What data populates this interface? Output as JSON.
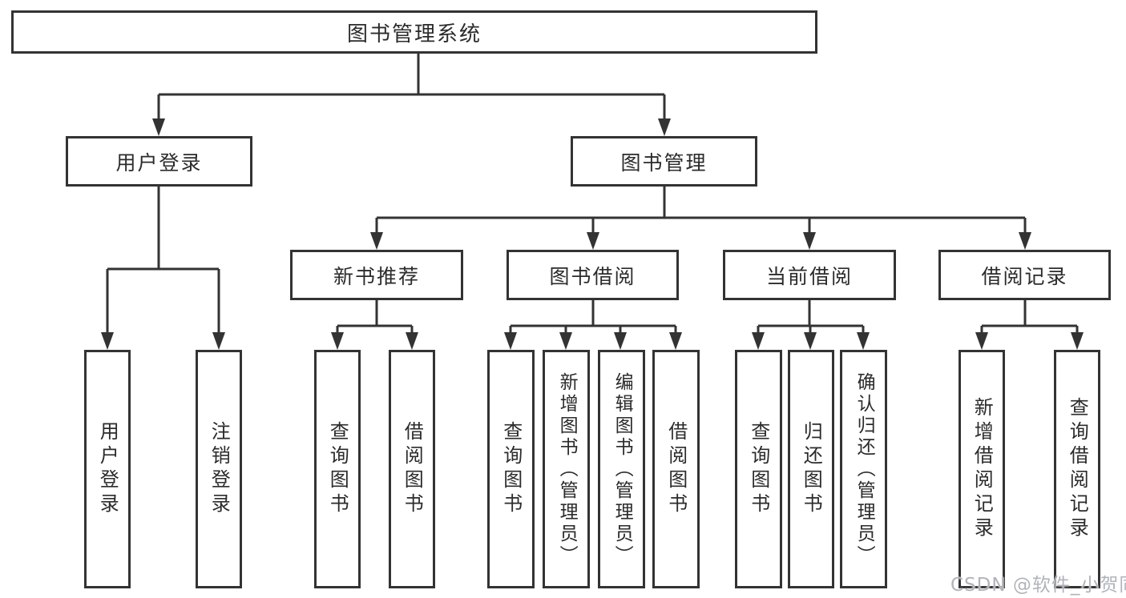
{
  "tree": {
    "root": "图书管理系统",
    "branches": [
      {
        "label": "用户登录",
        "children": [
          "用户登录",
          "注销登录"
        ]
      },
      {
        "label": "图书管理",
        "sections": [
          {
            "label": "新书推荐",
            "children": [
              "查询图书",
              "借阅图书"
            ]
          },
          {
            "label": "图书借阅",
            "children": [
              "查询图书",
              "新增图书（管理员）",
              "编辑图书（管理员）",
              "借阅图书"
            ]
          },
          {
            "label": "当前借阅",
            "children": [
              "查询图书",
              "归还图书",
              "确认归还（管理员）"
            ]
          },
          {
            "label": "借阅记录",
            "children": [
              "新增借阅记录",
              "查询借阅记录"
            ]
          }
        ]
      }
    ]
  },
  "watermark": "CSDN @软件_小贺同学",
  "colors": {
    "line": "#333333",
    "text": "#2b2b2b",
    "watermark": "#b0b4ba",
    "background": "#ffffff"
  }
}
